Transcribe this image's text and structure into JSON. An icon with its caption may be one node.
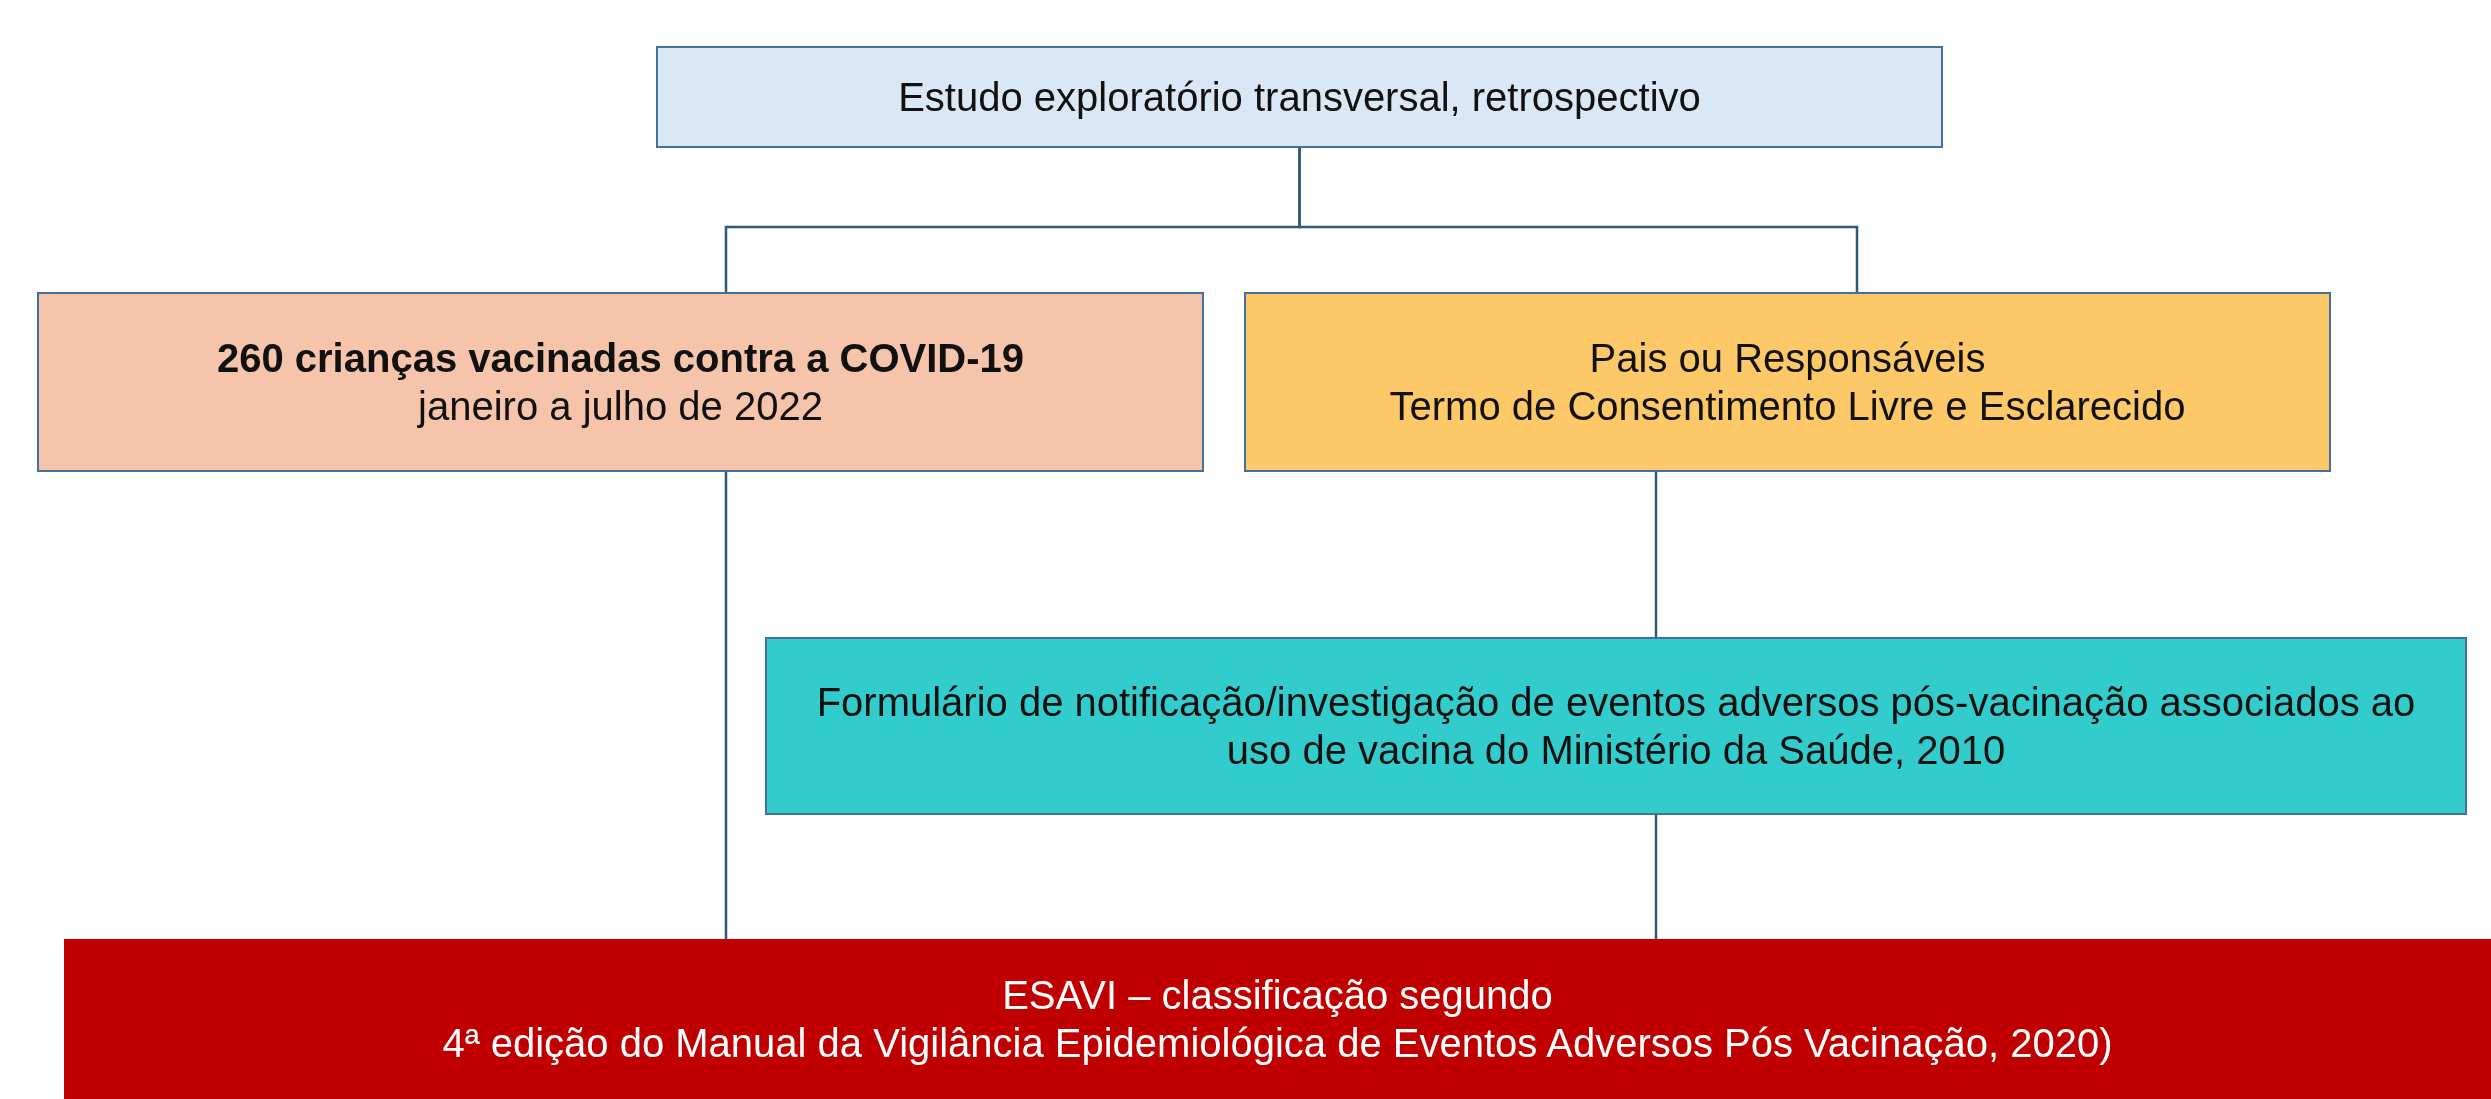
{
  "diagram": {
    "nodes": [
      {
        "text": [
          "Estudo exploratório transversal, retrospectivo"
        ]
      },
      {
        "text": [
          "**260 crianças vacinadas contra a COVID-19**",
          "janeiro a julho de 2022"
        ]
      },
      {
        "text": [
          "Pais ou Responsáveis",
          "Termo de Consentimento Livre e Esclarecido"
        ]
      },
      {
        "text": [
          "Formulário de notificação/investigação de eventos adversos pós-vacinação associados ao uso de vacina do Ministério da Saúde, 2010"
        ]
      },
      {
        "text": [
          "ESAVI – classificação segundo",
          "4ª edição do Manual da Vigilância Epidemiológica de Eventos Adversos Pós Vacinação, 2020)"
        ]
      }
    ],
    "edges": [
      {
        "from": 0,
        "to": 1,
        "arrow": "none"
      },
      {
        "from": 0,
        "to": 2,
        "arrow": "none"
      },
      {
        "from": 1,
        "to": 4,
        "arrow": "none"
      },
      {
        "from": 2,
        "to": 3,
        "arrow": "none"
      },
      {
        "from": 3,
        "to": 4,
        "arrow": "none"
      }
    ]
  }
}
